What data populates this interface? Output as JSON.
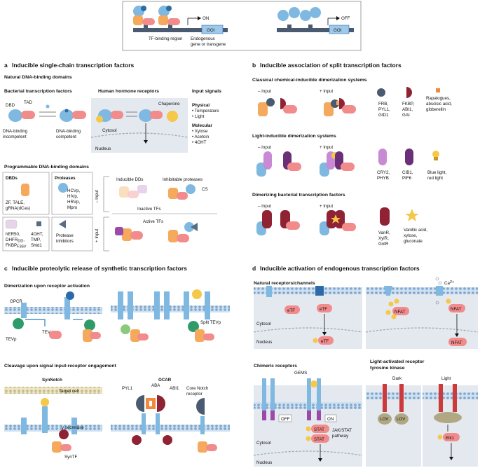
{
  "top": {
    "tf_binding_region": "TF-binding region",
    "endogenous_line1": "Endogenous",
    "endogenous_line2": "gene or transgene",
    "on": "ON",
    "off": "OFF",
    "goi": "GOI"
  },
  "panel_a": {
    "letter": "a",
    "title": "Inducible single-chain transcription factors",
    "natural_domains": "Natural DNA-binding domains",
    "bacterial_tf": "Bacterial transcription factors",
    "human_receptors": "Human hormone receptors",
    "input_signals": "Input signals",
    "dbd": "DBD",
    "tad": "TAD",
    "incompetent_1": "DNA-binding",
    "incompetent_2": "incompetent",
    "competent_1": "DNA-binding",
    "competent_2": "competent",
    "chaperone": "Chaperone",
    "cytosol": "Cytosol",
    "nucleus": "Nucleus",
    "physical": "Physical",
    "physical_items": [
      "Temperature",
      "Light"
    ],
    "molecular": "Molecular",
    "molecular_items": [
      "Xylose",
      "Acetoin",
      "4OHT"
    ],
    "programmable": "Programmable DNA-binding domains",
    "dbds_label": "DBDs",
    "dbds_text_1": "ZF, TALE,",
    "dbds_text_2": "gRNA(dCas)",
    "proteases_label": "Proteases",
    "proteases_items": [
      "HCVp,",
      "HIVp,",
      "HRVp,",
      "Mpro"
    ],
    "dd_1": "hER50,",
    "dd_2": "DHFR",
    "dd_2_sub": "DD",
    "dd_3": "FKBP",
    "dd_3_sub": "F36V",
    "ligands_1": "4OHT,",
    "ligands_2": "TMP,",
    "ligands_3": "Shld1",
    "protease_inhib_1": "Protease",
    "protease_inhib_2": "inhibitors",
    "minus_input": "– Input",
    "plus_input": "+ Input",
    "inducible_dds": "Inducible DDs",
    "inhibitable_proteases": "Inhibitable proteases",
    "cs": "CS",
    "inactive_tfs": "Inactive TFs",
    "active_tfs": "Active TFs"
  },
  "panel_b": {
    "letter": "b",
    "title": "Inducible association of split transcription factors",
    "classical": "Classical chemical-inducible dimerization systems",
    "minus_input": "– Input",
    "plus_input": "+ Input",
    "frb_1": "FRB,",
    "frb_2": "PYL1,",
    "frb_3": "GID1",
    "fkbp_1": "FKBP,",
    "fkbp_2": "ABI1,",
    "fkbp_3": "GAI",
    "rap_1": "Rapalogues,",
    "rap_2": "abscisic acid,",
    "rap_3": "gibberellin",
    "light": "Light-inducible dimerization systems",
    "cry_1": "CRY2,",
    "cry_2": "PHYB",
    "cib_1": "CIB1,",
    "cib_2": "PIF6",
    "blue_1": "Blue light,",
    "blue_2": "red light",
    "bacterial": "Dimerizing bacterial transcription factors",
    "vanr_1": "VanR,",
    "vanr_2": "XylR,",
    "vanr_3": "GntR",
    "van_1": "Vanillic acid,",
    "van_2": "xylose,",
    "van_3": "gluconate"
  },
  "panel_c": {
    "letter": "c",
    "title": "Inducible proteolytic release of synthetic transcription factors",
    "dimerization": "Dimerization upon receptor activation",
    "gpcr": "GPCR",
    "tevp": "TEVp",
    "tevcs": "TEV",
    "tevcs_sub": "CS",
    "split_tevp": "Split TEVp",
    "cleavage": "Cleavage upon signal input-receptor engagement",
    "synnotch": "SynNotch",
    "ocar": "OCAR",
    "target_cell": "Target cell",
    "gamma": "γ secretase",
    "syntf": "SynTF",
    "pyl1": "PYL1",
    "aba": "ABA",
    "abi1": "ABI1",
    "core_notch_1": "Core Notch",
    "core_notch_2": "receptor"
  },
  "panel_d": {
    "letter": "d",
    "title": "Inducible activation of endogenous transcription factors",
    "natural": "Natural receptors/channels",
    "etf": "eTF",
    "nfat": "NFAT",
    "p": "P",
    "ca": "Ca",
    "ca_sup": "2+",
    "cytosol": "Cytosol",
    "nucleus": "Nucleus",
    "chimeric": "Chimeric receptors",
    "gems": "GEMS",
    "off": "OFF",
    "on": "ON",
    "stat": "STAT",
    "jak_1": "JAK/STAT",
    "jak_2": "pathway",
    "light_rtk_1": "Light-activated receptor",
    "light_rtk_2": "tyrosine kinase",
    "dark": "Dark",
    "light": "Light",
    "lov": "LOV",
    "elk1": "Elk1"
  },
  "colors": {
    "blue": "#7fb8e0",
    "blue_dark": "#2d6aa8",
    "pink": "#f28b8b",
    "orange": "#f5a95c",
    "purple": "#9b4aa8",
    "maroon": "#8f2233",
    "yellow": "#f5c84a",
    "grey_cell": "#e4e8ef",
    "dna": "#4a5a70"
  }
}
